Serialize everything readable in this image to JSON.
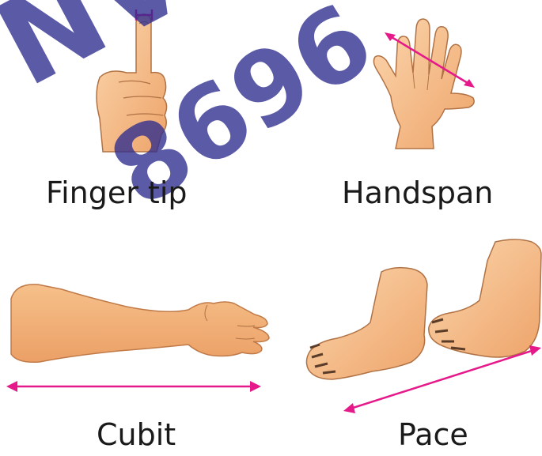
{
  "labels": {
    "finger_tip": "Finger tip",
    "handspan": "Handspan",
    "cubit": "Cubit",
    "pace": "Pace"
  },
  "watermark": {
    "text_1": "NVC",
    "text_2": "8696"
  },
  "colors": {
    "skin": "#f4b27a",
    "skin_light": "#f9cfa3",
    "outline": "#8a5a35",
    "arrow": "#e6198a",
    "watermark": "#2e2d8f"
  },
  "icons": {
    "finger_tip": "pointing-finger-icon",
    "handspan": "open-hand-icon",
    "cubit": "forearm-icon",
    "pace": "feet-icon"
  }
}
